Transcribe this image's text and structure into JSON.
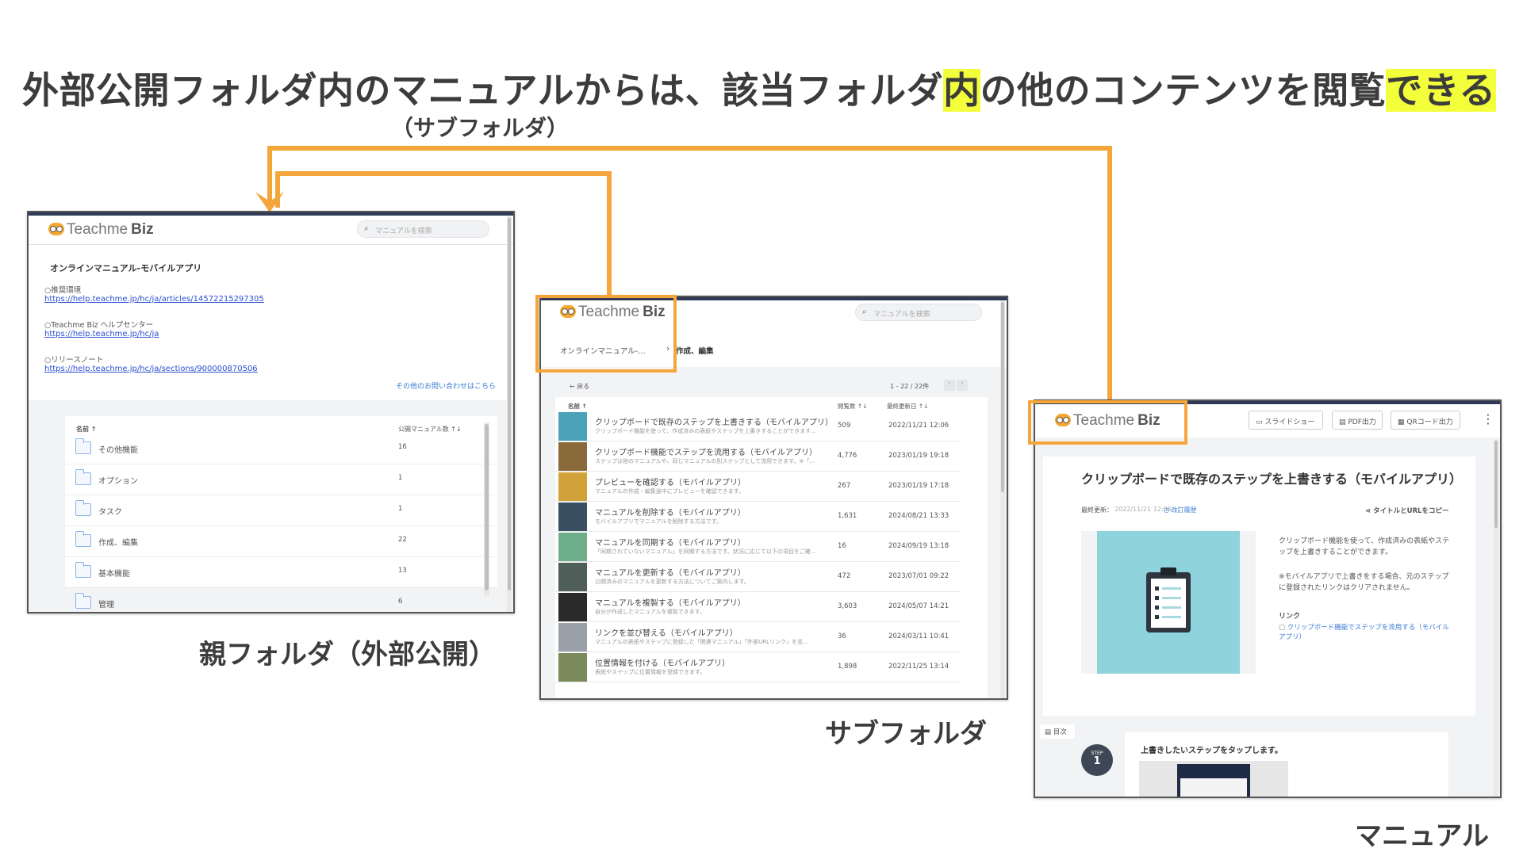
{
  "headline": {
    "part1": "外部公開フォルダ内のマニュアルからは、該当フォルダ",
    "hl1": "内",
    "part2": "の他のコンテンツを閲覧",
    "hl2": "できる"
  },
  "headline_note": "（サブフォルダ）",
  "captions": {
    "parent": "親フォルダ（外部公開）",
    "sub": "サブフォルダ",
    "manual": "マニュアル"
  },
  "colors": {
    "accent_orange": "#f5a63a",
    "highlight_yellow": "#f3ff3a",
    "link_blue": "#2b4fd1"
  },
  "brand": {
    "teach": "Teachme",
    "biz": "Biz"
  },
  "search_placeholder": "マニュアルを検索",
  "parent": {
    "title": "オンラインマニュアル-モバイルアプリ",
    "sections": [
      {
        "label": "○推奨環境",
        "url": "https://help.teachme.jp/hc/ja/articles/14572215297305"
      },
      {
        "label": "○Teachme Biz ヘルプセンター",
        "url": "https://help.teachme.jp/hc/ja"
      },
      {
        "label": "○リリースノート",
        "url": "https://help.teachme.jp/hc/ja/sections/900000870506"
      }
    ],
    "contact_link": "その他のお問い合わせはこちら",
    "col_name": "名前 ↑",
    "col_count": "公開マニュアル数 ↑↓",
    "folders": [
      {
        "name": "その他機能",
        "count": "16"
      },
      {
        "name": "オプション",
        "count": "1"
      },
      {
        "name": "タスク",
        "count": "1"
      },
      {
        "name": "作成、編集",
        "count": "22"
      },
      {
        "name": "基本機能",
        "count": "13"
      },
      {
        "name": "管理",
        "count": "6"
      }
    ]
  },
  "sub": {
    "breadcrumb_parent": "オンラインマニュアル-…",
    "breadcrumb_sep": "›",
    "breadcrumb_current": "作成、編集",
    "back": "← 戻る",
    "pagination": "1 - 22 / 22件",
    "col_name": "名前 ↑",
    "col_views": "閲覧数 ↑↓",
    "col_updated": "最終更新日 ↑↓",
    "articles": [
      {
        "title": "クリップボードで既存のステップを上書きする（モバイルアプリ）",
        "desc": "クリップボード機能を使って、作成済みの表紙やステップを上書きすることができます…",
        "views": "509",
        "date": "2022/11/21 12:06",
        "thumb": "#4aa3b8"
      },
      {
        "title": "クリップボード機能でステップを流用する（モバイルアプリ）",
        "desc": "ステップは他のマニュアルや、同じマニュアルの別ステップとして流用できます。※「…",
        "views": "4,776",
        "date": "2023/01/19 19:18",
        "thumb": "#8a6a3a"
      },
      {
        "title": "プレビューを確認する（モバイルアプリ）",
        "desc": "マニュアルの作成・編集途中にプレビューを確認できます。",
        "views": "267",
        "date": "2023/01/19 17:18",
        "thumb": "#d2a23a"
      },
      {
        "title": "マニュアルを削除する（モバイルアプリ）",
        "desc": "モバイルアプリでマニュアルを削除する方法です。",
        "views": "1,631",
        "date": "2024/08/21 13:33",
        "thumb": "#3b4f63"
      },
      {
        "title": "マニュアルを同期する（モバイルアプリ）",
        "desc": "「同期されていないマニュアル」を同期する方法です。状況に応じて以下の項目をご確…",
        "views": "16",
        "date": "2024/09/19 13:18",
        "thumb": "#6fae8a"
      },
      {
        "title": "マニュアルを更新する（モバイルアプリ）",
        "desc": "公開済みのマニュアルを更新する方法についてご案内します。",
        "views": "472",
        "date": "2023/07/01 09:22",
        "thumb": "#4f5e58"
      },
      {
        "title": "マニュアルを複製する（モバイルアプリ）",
        "desc": "自分が作成したマニュアルを複製できます。",
        "views": "3,603",
        "date": "2024/05/07 14:21",
        "thumb": "#2a2a2a"
      },
      {
        "title": "リンクを並び替える（モバイルアプリ）",
        "desc": "マニュアルの表紙やステップに登録した「関連マニュアル」「外部URLリンク」を並…",
        "views": "36",
        "date": "2024/03/11 10:41",
        "thumb": "#9aa0a8"
      },
      {
        "title": "位置情報を付ける（モバイルアプリ）",
        "desc": "表紙やステップに位置情報を登録できます。",
        "views": "1,898",
        "date": "2022/11/25 13:14",
        "thumb": "#7a8a5a"
      }
    ]
  },
  "manual": {
    "toolbar": {
      "slideshow": "スライドショー",
      "pdf": "PDF出力",
      "qr": "QRコード出力",
      "more": "⋮"
    },
    "title": "クリップボードで既存のステップを上書きする（モバイルアプリ）",
    "updated_label": "最終更新：",
    "updated_value": "2022/11/21 12:06",
    "history": "改訂履歴",
    "copy": "タイトルとURLをコピー",
    "desc1": "クリップボード機能を使って、作成済みの表紙やステップを上書きすることができます。",
    "desc2": "※モバイルアプリで上書きをする場合、元のステップに登録されたリンクはクリアされません。",
    "link_heading": "リンク",
    "link_text": "クリップボード機能でステップを流用する（モバイルアプリ）",
    "toc": "目次",
    "step_label": "STEP",
    "step_no": "1",
    "step_text": "上書きしたいステップをタップします。"
  }
}
